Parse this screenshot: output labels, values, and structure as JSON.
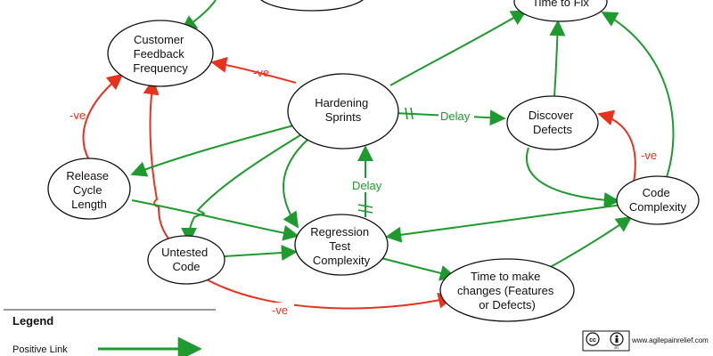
{
  "colors": {
    "positive": "#1e9a2e",
    "negative": "#e8311f",
    "node_stroke": "#111111",
    "node_fill": "#ffffff",
    "text": "#111111"
  },
  "nodes": [
    {
      "id": "time_to_fix",
      "lines": [
        "Time to Fix"
      ]
    },
    {
      "id": "customer_feedback",
      "lines": [
        "Customer",
        "Feedback",
        "Frequency"
      ]
    },
    {
      "id": "hardening_sprints",
      "lines": [
        "Hardening",
        "Sprints"
      ]
    },
    {
      "id": "discover_defects",
      "lines": [
        "Discover",
        "Defects"
      ]
    },
    {
      "id": "release_cycle",
      "lines": [
        "Release",
        "Cycle",
        "Length"
      ]
    },
    {
      "id": "code_complexity",
      "lines": [
        "Code",
        "Complexity"
      ]
    },
    {
      "id": "regression_test",
      "lines": [
        "Regression",
        "Test",
        "Complexity"
      ]
    },
    {
      "id": "untested_code",
      "lines": [
        "Untested",
        "Code"
      ]
    },
    {
      "id": "time_to_make_changes",
      "lines": [
        "Time to make",
        "changes (Features",
        "or Defects)"
      ]
    },
    {
      "id": "top_partial",
      "lines": []
    }
  ],
  "edges": [
    {
      "from": "top_partial",
      "to": "customer_feedback",
      "type": "positive"
    },
    {
      "from": "hardening_sprints",
      "to": "customer_feedback",
      "type": "negative",
      "label": "-ve"
    },
    {
      "from": "release_cycle",
      "to": "customer_feedback",
      "type": "negative",
      "label": "-ve"
    },
    {
      "from": "untested_code",
      "to": "customer_feedback",
      "type": "negative"
    },
    {
      "from": "hardening_sprints",
      "to": "time_to_fix",
      "type": "positive"
    },
    {
      "from": "discover_defects",
      "to": "time_to_fix",
      "type": "positive"
    },
    {
      "from": "code_complexity",
      "to": "time_to_fix",
      "type": "positive"
    },
    {
      "from": "hardening_sprints",
      "to": "discover_defects",
      "type": "positive",
      "label": "Delay"
    },
    {
      "from": "code_complexity",
      "to": "discover_defects",
      "type": "negative",
      "label": "-ve"
    },
    {
      "from": "discover_defects",
      "to": "code_complexity",
      "type": "positive"
    },
    {
      "from": "hardening_sprints",
      "to": "release_cycle",
      "type": "positive"
    },
    {
      "from": "hardening_sprints",
      "to": "untested_code",
      "type": "positive"
    },
    {
      "from": "hardening_sprints",
      "to": "regression_test",
      "type": "positive"
    },
    {
      "from": "regression_test",
      "to": "hardening_sprints",
      "type": "positive",
      "label": "Delay"
    },
    {
      "from": "release_cycle",
      "to": "regression_test",
      "type": "positive"
    },
    {
      "from": "untested_code",
      "to": "regression_test",
      "type": "positive"
    },
    {
      "from": "code_complexity",
      "to": "regression_test",
      "type": "positive"
    },
    {
      "from": "regression_test",
      "to": "time_to_make_changes",
      "type": "positive"
    },
    {
      "from": "time_to_make_changes",
      "to": "code_complexity",
      "type": "positive"
    },
    {
      "from": "untested_code",
      "to": "time_to_make_changes",
      "type": "negative",
      "label": "-ve"
    }
  ],
  "legend": {
    "title": "Legend",
    "positive_label": "Positive Link"
  },
  "footer": {
    "cc_icon": "creative-commons-icon",
    "by_icon": "attribution-icon",
    "cc_text": "cc",
    "by_text": "BY",
    "url": "www.agilepainrelief.com"
  }
}
